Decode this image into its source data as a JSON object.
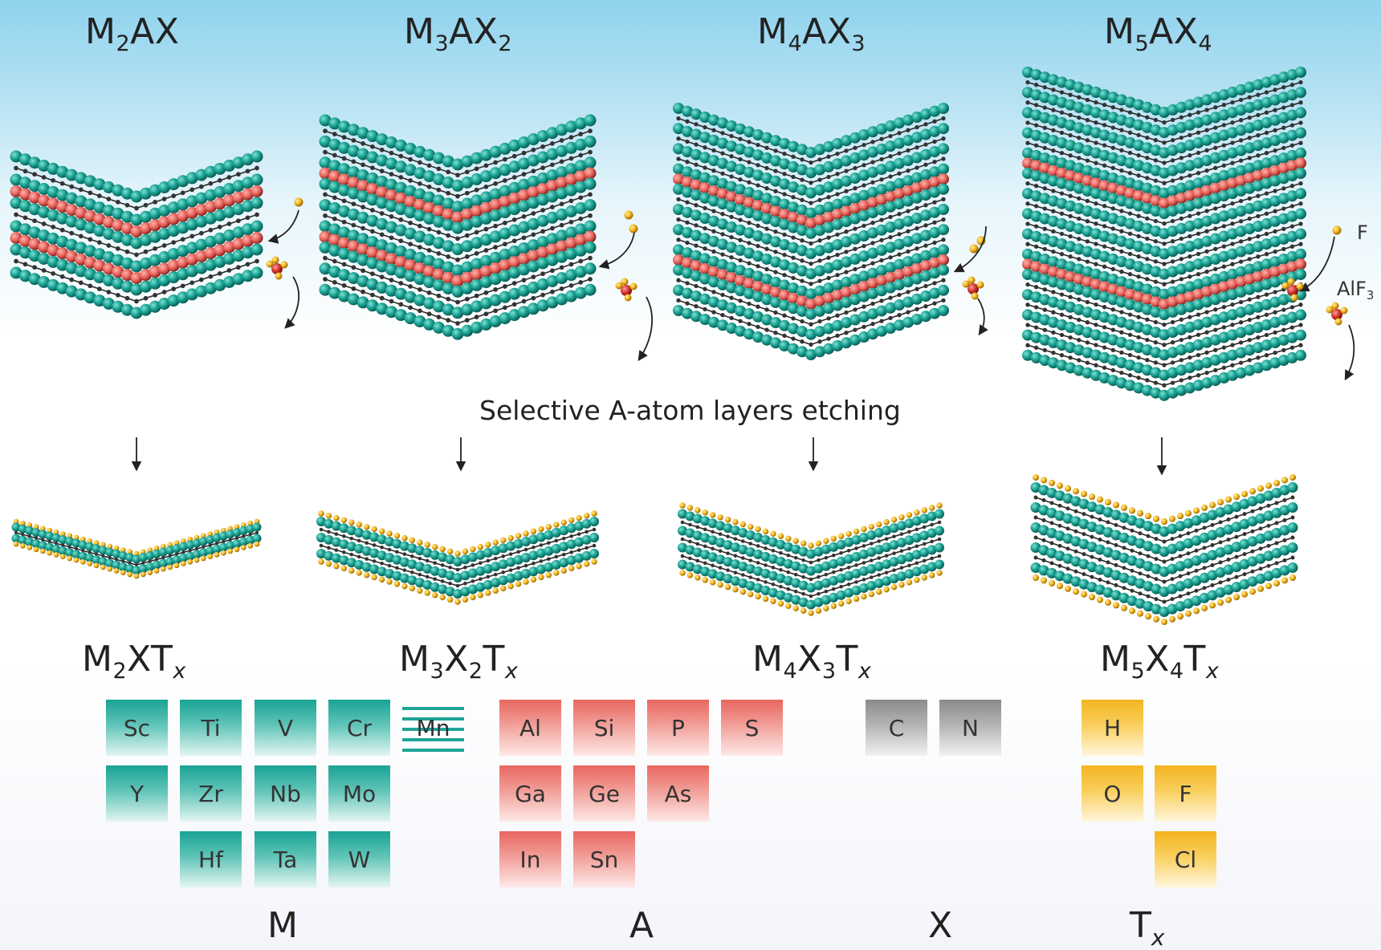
{
  "max_labels": [
    {
      "m": "M",
      "m_sub": "2",
      "a": "A",
      "x": "X",
      "x_sub": ""
    },
    {
      "m": "M",
      "m_sub": "3",
      "a": "A",
      "x": "X",
      "x_sub": "2"
    },
    {
      "m": "M",
      "m_sub": "4",
      "a": "A",
      "x": "X",
      "x_sub": "3"
    },
    {
      "m": "M",
      "m_sub": "5",
      "a": "A",
      "x": "X",
      "x_sub": "4"
    }
  ],
  "mxene_labels": [
    {
      "m": "M",
      "m_sub": "2",
      "x": "X",
      "x_sub": "",
      "t": "T",
      "t_sub": "x"
    },
    {
      "m": "M",
      "m_sub": "3",
      "x": "X",
      "x_sub": "2",
      "t": "T",
      "t_sub": "x"
    },
    {
      "m": "M",
      "m_sub": "4",
      "x": "X",
      "x_sub": "3",
      "t": "T",
      "t_sub": "x"
    },
    {
      "m": "M",
      "m_sub": "5",
      "x": "X",
      "x_sub": "4",
      "t": "T",
      "t_sub": "x"
    }
  ],
  "process_caption": "Selective A-atom layers etching",
  "etchant": {
    "f_label": "F",
    "alf3_label": "AlF",
    "alf3_sub": "3"
  },
  "elements": {
    "m": [
      "Sc",
      "Ti",
      "V",
      "Cr",
      "Mn",
      "Y",
      "Zr",
      "Nb",
      "Mo",
      "Hf",
      "Ta",
      "W"
    ],
    "a": [
      "Al",
      "Si",
      "P",
      "S",
      "Ga",
      "Ge",
      "As",
      "In",
      "Sn"
    ],
    "x": [
      "C",
      "N"
    ],
    "t": [
      "H",
      "O",
      "F",
      "Cl"
    ]
  },
  "group_labels": {
    "m": "M",
    "a": "A",
    "x": "X",
    "t": "T",
    "t_sub": "x"
  },
  "colors": {
    "m": "#1aa393",
    "a": "#e8675f",
    "x": "#8a8a8a",
    "t": "#f4b41f",
    "bond": "#2b2b2b"
  }
}
